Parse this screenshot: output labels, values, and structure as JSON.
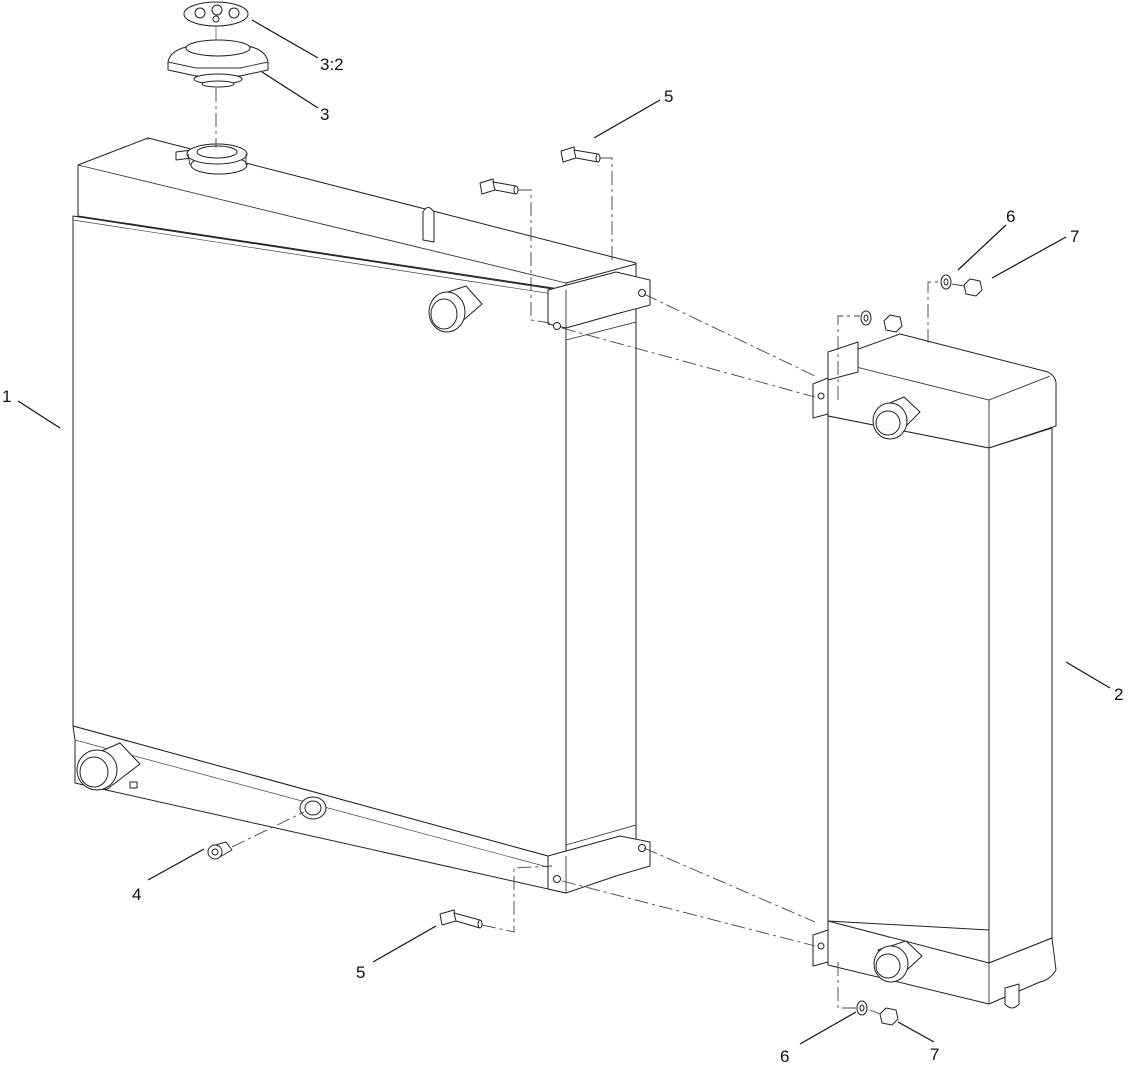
{
  "callouts": {
    "c1": "1",
    "c2": "2",
    "c3": "3",
    "c3_2": "3:2",
    "c4": "4",
    "c5_top": "5",
    "c5_bottom": "5",
    "c6_top": "6",
    "c6_bottom": "6",
    "c7_top": "7",
    "c7_bottom": "7"
  }
}
